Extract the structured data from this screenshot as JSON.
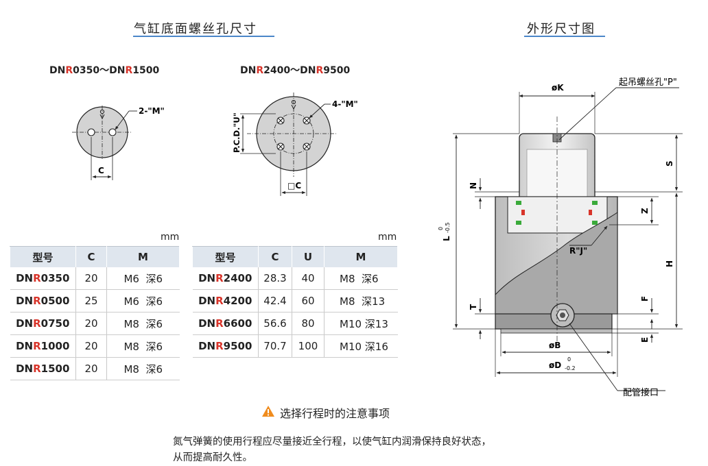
{
  "left_section": {
    "title": "气缸底面螺丝孔尺寸",
    "small": {
      "range": {
        "a": "DN",
        "b": "R",
        "c": "0350～DN",
        "d": "R",
        "e": "1500"
      },
      "label_m": "2-\"M\"",
      "label_c": "C"
    },
    "large": {
      "range": {
        "a": "DN",
        "b": "R",
        "c": "2400～DN",
        "d": "R",
        "e": "9500"
      },
      "label_m": "4-\"M\"",
      "label_pcd": "P.C.D.\"U\"",
      "label_c": "□C"
    }
  },
  "right_section": {
    "title": "外形尺寸图",
    "labels": {
      "k": "øK",
      "lift_hole": "起吊螺丝孔\"P\"",
      "s": "S",
      "n": "N",
      "z": "Z",
      "l": "L",
      "l_tol_up": "0",
      "l_tol_dn": "-0.5",
      "h": "H",
      "rj": "R\"J\"",
      "t": "T",
      "f": "F",
      "e": "E",
      "b": "øB",
      "d": "øD",
      "d_tol_up": "0",
      "d_tol_dn": "-0.2",
      "port": "配管接口"
    }
  },
  "table1": {
    "unit": "mm",
    "headers": [
      "型号",
      "C",
      "M"
    ],
    "rows": [
      {
        "p1": "DN",
        "p2": "R",
        "p3": "0350",
        "c": "20",
        "m": "M6  深6"
      },
      {
        "p1": "DN",
        "p2": "R",
        "p3": "0500",
        "c": "25",
        "m": "M6  深6"
      },
      {
        "p1": "DN",
        "p2": "R",
        "p3": "0750",
        "c": "20",
        "m": "M8  深6"
      },
      {
        "p1": "DN",
        "p2": "R",
        "p3": "1000",
        "c": "20",
        "m": "M8  深6"
      },
      {
        "p1": "DN",
        "p2": "R",
        "p3": "1500",
        "c": "20",
        "m": "M8  深6"
      }
    ]
  },
  "table2": {
    "unit": "mm",
    "headers": [
      "型号",
      "C",
      "U",
      "M"
    ],
    "rows": [
      {
        "p1": "DN",
        "p2": "R",
        "p3": "2400",
        "c": "28.3",
        "u": "40",
        "m": "M8  深6"
      },
      {
        "p1": "DN",
        "p2": "R",
        "p3": "4200",
        "c": "42.4",
        "u": "60",
        "m": "M8  深13"
      },
      {
        "p1": "DN",
        "p2": "R",
        "p3": "6600",
        "c": "56.6",
        "u": "80",
        "m": "M10 深13"
      },
      {
        "p1": "DN",
        "p2": "R",
        "p3": "9500",
        "c": "70.7",
        "u": "100",
        "m": "M10 深16"
      }
    ]
  },
  "note": {
    "title": "选择行程时的注意事项",
    "line1": "氮气弹簧的使用行程应尽量接近全行程，以使气缸内润滑保持良好状态，",
    "line2": "从而提高耐久性。"
  },
  "colors": {
    "accent_line": "#4a86c8",
    "model_r": "#d8342a",
    "header_bg": "#dfe6ee",
    "warning": "#f08c1e"
  }
}
